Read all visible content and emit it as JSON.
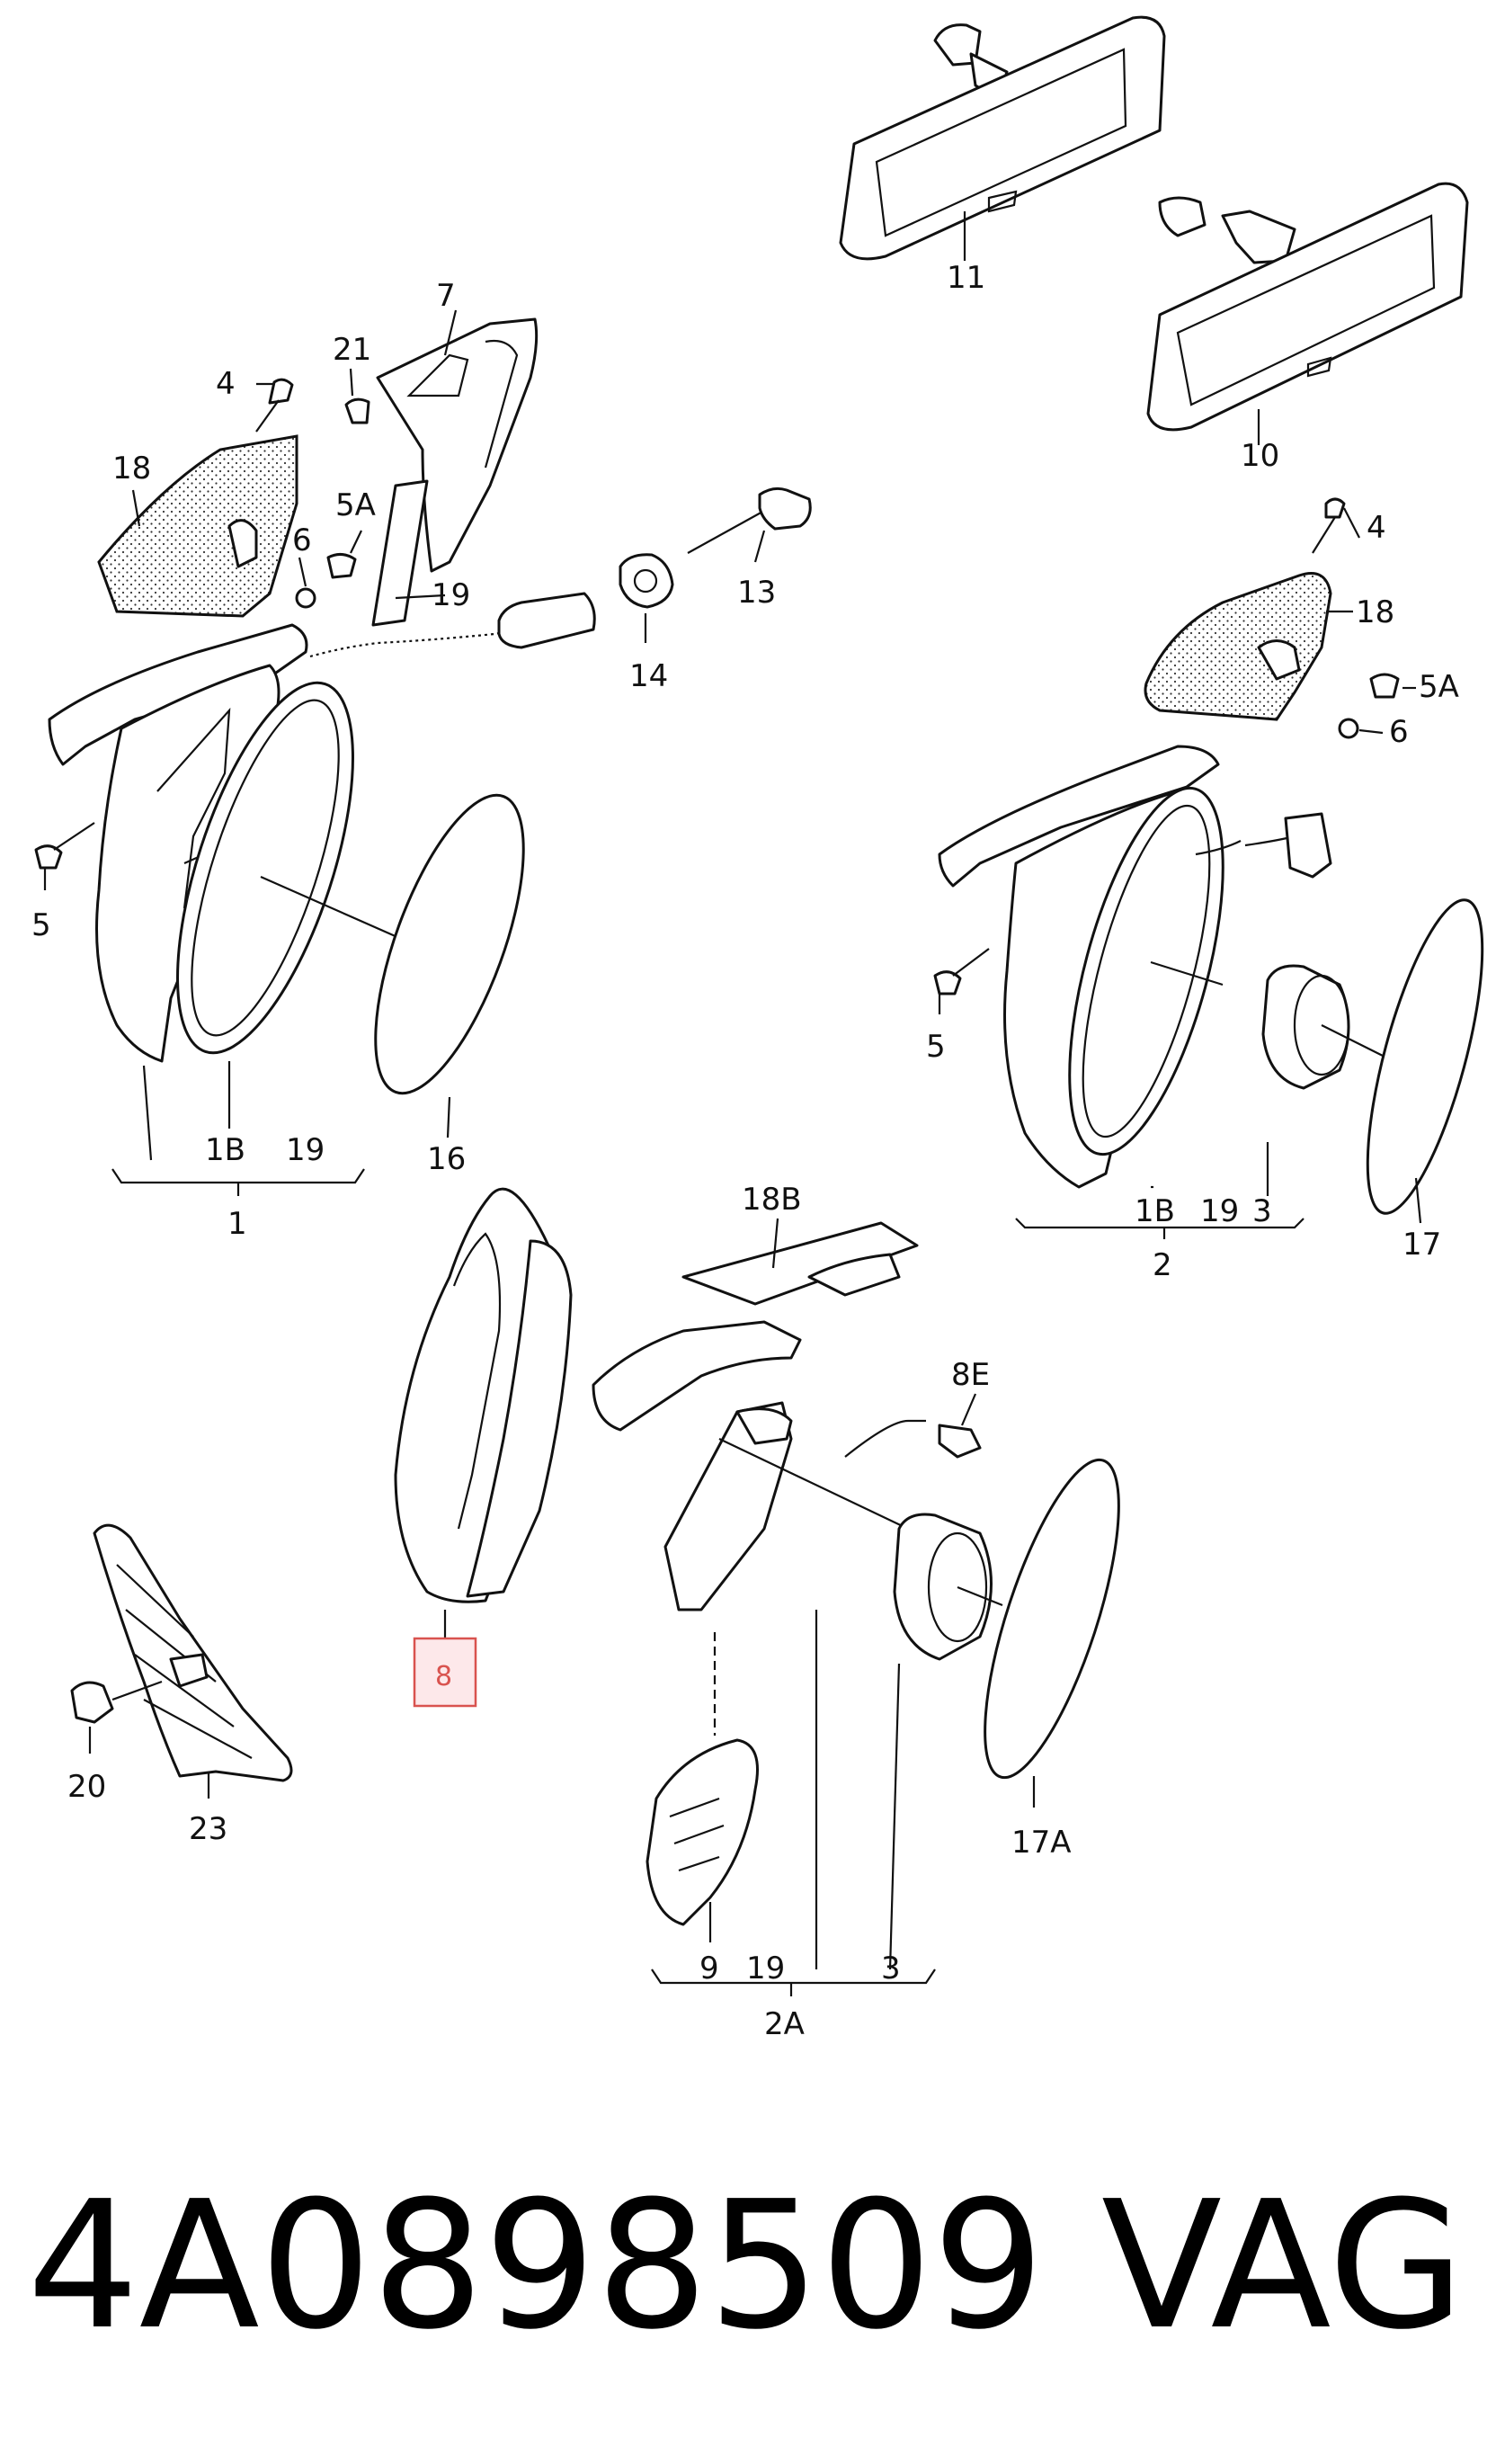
{
  "diagram": {
    "labels": {
      "l11": "11",
      "l10": "10",
      "l7": "7",
      "l21": "21",
      "l4a": "4",
      "l18a": "18",
      "l5Aa": "5A",
      "l6a": "6",
      "l19a": "19",
      "l13": "13",
      "l14": "14",
      "l5a": "5",
      "l1B_a": "1B",
      "l19b": "19",
      "l16": "16",
      "l1": "1",
      "l4b": "4",
      "l18b": "18",
      "l5Ab": "5A",
      "l6b": "6",
      "l5b": "5",
      "l1B_b": "1B",
      "l19c": "19",
      "l3a": "3",
      "l2": "2",
      "l17": "17",
      "l18B": "18B",
      "l8E": "8E",
      "l8": "8",
      "l20": "20",
      "l23": "23",
      "l17A": "17A",
      "l9": "9",
      "l19d": "19",
      "l3b": "3",
      "l2A": "2A"
    },
    "highlight_label": "8"
  },
  "footer": {
    "part_number": "4A0898509",
    "brand": "VAG"
  }
}
